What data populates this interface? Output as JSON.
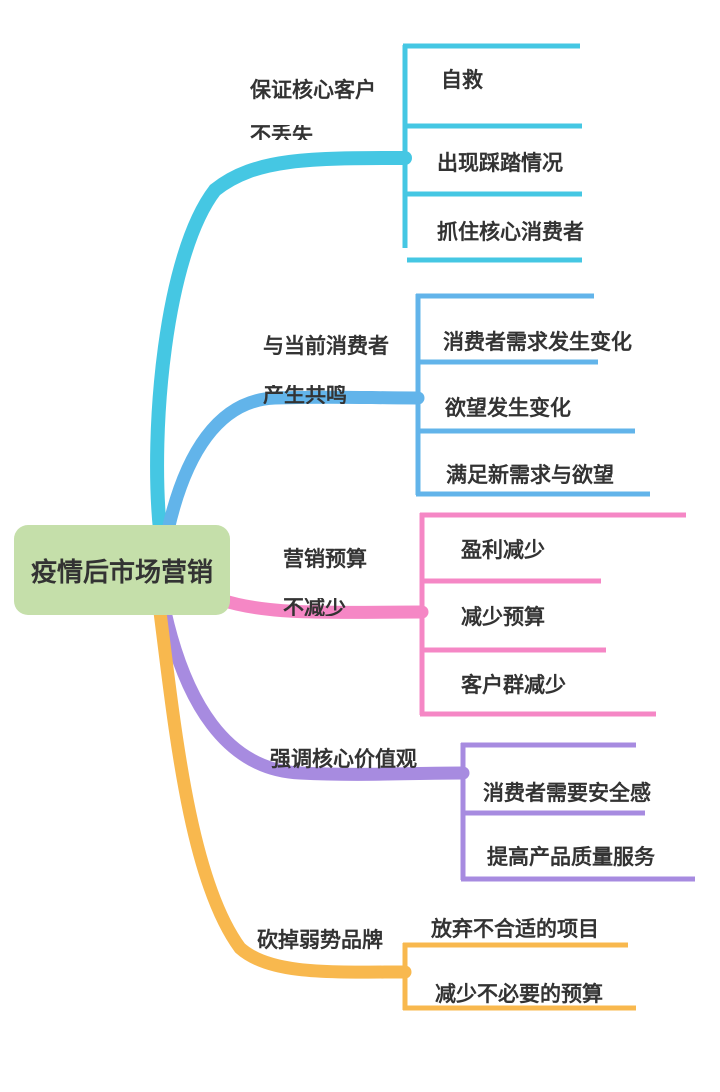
{
  "root": {
    "label": "疫情后市场营销"
  },
  "branches": [
    {
      "label_line1": "保证核心客户",
      "label_line2": "不丢失",
      "color": "#45c7e3",
      "leaves": [
        "自救",
        "出现踩踏情况",
        "抓住核心消费者"
      ]
    },
    {
      "label_line1": "与当前消费者",
      "label_line2": "产生共鸣",
      "color": "#62b4ea",
      "leaves": [
        "消费者需求发生变化",
        "欲望发生变化",
        "满足新需求与欲望"
      ]
    },
    {
      "label_line1": "营销预算",
      "label_line2": "不减少",
      "color": "#f587c5",
      "leaves": [
        "盈利减少",
        "减少预算",
        "客户群减少"
      ]
    },
    {
      "label_line1": "强调核心价值观",
      "label_line2": "",
      "color": "#a78be0",
      "leaves": [
        "消费者需要安全感",
        "提高产品质量服务"
      ]
    },
    {
      "label_line1": "砍掉弱势品牌",
      "label_line2": "",
      "color": "#f8b84e",
      "leaves": [
        "放弃不合适的项目",
        "减少不必要的预算"
      ]
    }
  ]
}
